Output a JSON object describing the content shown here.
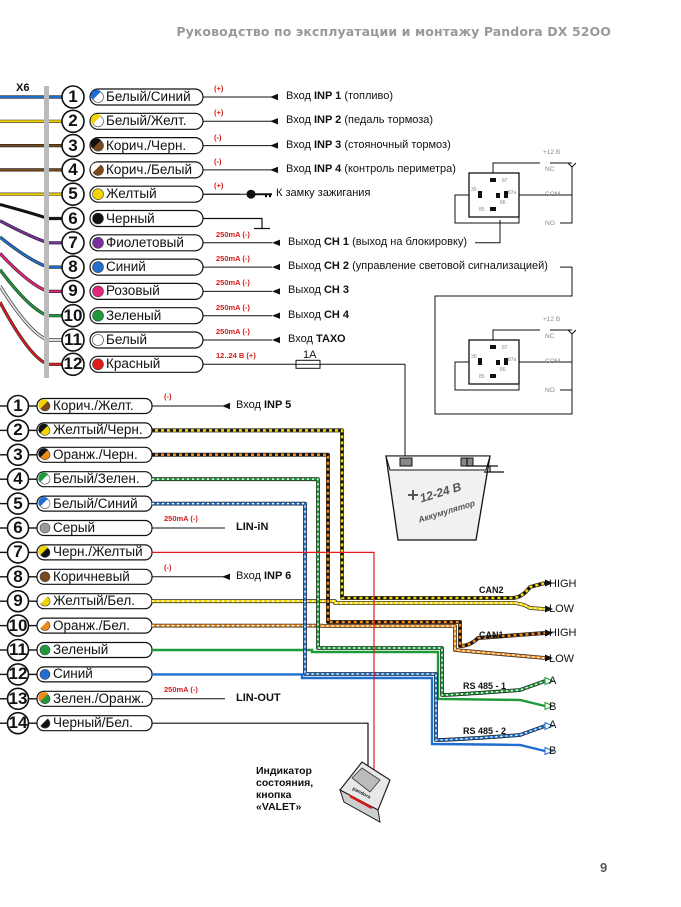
{
  "header": {
    "title": "Руководство по эксплуатации и монтажу Pandora DX 52OO"
  },
  "page_number": "9",
  "connector_top": "X6",
  "top_wires": [
    {
      "n": "1",
      "label": "Белый/Синий",
      "color": "#ffffff",
      "stripe": "#1e6fd0",
      "sign": "(+)",
      "desc_pre": "Вход ",
      "desc_b": "INP 1",
      "desc_post": " (топливо)"
    },
    {
      "n": "2",
      "label": "Белый/Желт.",
      "color": "#ffffff",
      "stripe": "#f2d500",
      "sign": "(+)",
      "desc_pre": "Вход ",
      "desc_b": "INP 2",
      "desc_post": " (педаль тормоза)"
    },
    {
      "n": "3",
      "label": "Корич./Черн.",
      "color": "#7a4a1e",
      "stripe": "#111111",
      "sign": "(-)",
      "desc_pre": "Вход ",
      "desc_b": "INP 3",
      "desc_post": " (стояночный тормоз)"
    },
    {
      "n": "4",
      "label": "Корич./Белый",
      "color": "#7a4a1e",
      "stripe": "#ffffff",
      "sign": "(-)",
      "desc_pre": "Вход ",
      "desc_b": "INP 4",
      "desc_post": " (контроль периметра)"
    },
    {
      "n": "5",
      "label": "Желтый",
      "color": "#f2d500",
      "stripe": "",
      "sign": "(+)",
      "desc_pre": "К замку зажигания",
      "desc_b": "",
      "desc_post": ""
    },
    {
      "n": "6",
      "label": "Черный",
      "color": "#111111",
      "stripe": "",
      "sign": "",
      "desc_pre": "",
      "desc_b": "",
      "desc_post": ""
    },
    {
      "n": "7",
      "label": "Фиолетовый",
      "color": "#7b2fa0",
      "stripe": "",
      "sign": "250mA (-)",
      "desc_pre": "Выход ",
      "desc_b": "CH 1",
      "desc_post": " (выход на блокировку)"
    },
    {
      "n": "8",
      "label": "Синий",
      "color": "#1e6fd0",
      "stripe": "",
      "sign": "250mA (-)",
      "desc_pre": "Выход ",
      "desc_b": "CH 2",
      "desc_post": " (управление световой сигнализацией)"
    },
    {
      "n": "9",
      "label": "Розовый",
      "color": "#e5247e",
      "stripe": "",
      "sign": "250mA (-)",
      "desc_pre": "Выход ",
      "desc_b": "CH 3",
      "desc_post": ""
    },
    {
      "n": "10",
      "label": "Зеленый",
      "color": "#1f9a3a",
      "stripe": "",
      "sign": "250mA (-)",
      "desc_pre": "Выход ",
      "desc_b": "CH 4",
      "desc_post": ""
    },
    {
      "n": "11",
      "label": "Белый",
      "color": "#ffffff",
      "stripe": "",
      "sign": "250mA (-)",
      "desc_pre": "Вход ",
      "desc_b": "ТАХО",
      "desc_post": ""
    },
    {
      "n": "12",
      "label": "Красный",
      "color": "#e21b1b",
      "stripe": "",
      "sign": "12..24 В (+)",
      "desc_pre": "",
      "desc_b": "",
      "desc_post": ""
    }
  ],
  "bottom_wires": [
    {
      "n": "1",
      "label": "Корич./Желт.",
      "color": "#7a4a1e",
      "stripe": "#f2d500",
      "sign": "(-)",
      "desc_pre": "Вход ",
      "desc_b": "INP 5"
    },
    {
      "n": "2",
      "label": "Желтый/Черн.",
      "color": "#f2d500",
      "stripe": "#111111",
      "sign": "",
      "desc_pre": "",
      "desc_b": ""
    },
    {
      "n": "3",
      "label": "Оранж./Черн.",
      "color": "#f08a1c",
      "stripe": "#111111",
      "sign": "",
      "desc_pre": "",
      "desc_b": ""
    },
    {
      "n": "4",
      "label": "Белый/Зелен.",
      "color": "#ffffff",
      "stripe": "#1f9a3a",
      "sign": "",
      "desc_pre": "",
      "desc_b": ""
    },
    {
      "n": "5",
      "label": "Белый/Синий",
      "color": "#ffffff",
      "stripe": "#1e6fd0",
      "sign": "",
      "desc_pre": "",
      "desc_b": ""
    },
    {
      "n": "6",
      "label": "Серый",
      "color": "#9a9a9a",
      "stripe": "",
      "sign": "250mA (-)",
      "desc_pre": "",
      "desc_b": "LIN-iN"
    },
    {
      "n": "7",
      "label": "Черн./Желтый",
      "color": "#111111",
      "stripe": "#f2d500",
      "sign": "",
      "desc_pre": "",
      "desc_b": ""
    },
    {
      "n": "8",
      "label": "Коричневый",
      "color": "#7a4a1e",
      "stripe": "",
      "sign": "(-)",
      "desc_pre": "Вход ",
      "desc_b": "INP 6"
    },
    {
      "n": "9",
      "label": "Желтый/Бел.",
      "color": "#f2d500",
      "stripe": "#ffffff",
      "sign": "",
      "desc_pre": "",
      "desc_b": ""
    },
    {
      "n": "10",
      "label": "Оранж./Бел.",
      "color": "#f08a1c",
      "stripe": "#ffffff",
      "sign": "",
      "desc_pre": "",
      "desc_b": ""
    },
    {
      "n": "11",
      "label": "Зеленый",
      "color": "#1f9a3a",
      "stripe": "",
      "sign": "",
      "desc_pre": "",
      "desc_b": ""
    },
    {
      "n": "12",
      "label": "Синий",
      "color": "#1e6fd0",
      "stripe": "",
      "sign": "",
      "desc_pre": "",
      "desc_b": ""
    },
    {
      "n": "13",
      "label": "Зелен./Оранж.",
      "color": "#1f9a3a",
      "stripe": "#f08a1c",
      "sign": "250mA (-)",
      "desc_pre": "",
      "desc_b": "LIN-OUT"
    },
    {
      "n": "14",
      "label": "Черный/Бел.",
      "color": "#111111",
      "stripe": "#ffffff",
      "sign": "",
      "desc_pre": "",
      "desc_b": ""
    }
  ],
  "fuse_label": "1A",
  "relay": {
    "v12": "+12 В",
    "nc": "NC",
    "com": "COM",
    "no": "NO",
    "p30": "30",
    "p87": "87",
    "p87a": "87a",
    "p86": "86",
    "p85": "85"
  },
  "battery": {
    "voltage": "12-24 В",
    "name": "Аккумулятор"
  },
  "buses": {
    "can2": "CAN2",
    "can1": "CAN1",
    "rs485_1": "RS 485 - 1",
    "rs485_2": "RS 485 - 2",
    "high": "HIGH",
    "low": "LOW",
    "a": "A",
    "b": "B"
  },
  "indicator": {
    "line1": "Индикатор",
    "line2": "состояния,",
    "line3": "кнопка",
    "line4": "«VALET»",
    "brand": "pandora"
  }
}
